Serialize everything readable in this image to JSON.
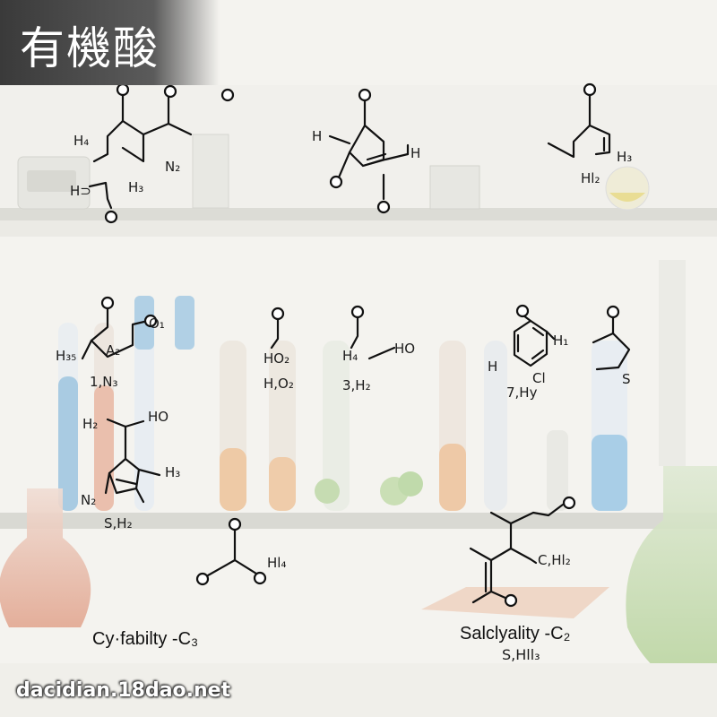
{
  "header": {
    "title": "有機酸"
  },
  "watermark": "dacidian.18dao.net",
  "molecules": [
    {
      "labels": [
        "H₄",
        "N₂",
        "H⊃",
        "H₃"
      ]
    },
    {
      "labels": [
        "H",
        "H"
      ]
    },
    {
      "labels": [
        "H₃",
        "Hl₂"
      ]
    },
    {
      "labels": [
        "O₁",
        "H₃₅",
        "A₂",
        "1,N₃"
      ]
    },
    {
      "labels": [
        "HO₂",
        "H,O₂"
      ]
    },
    {
      "labels": [
        "H₄",
        "HO",
        "3,H₂"
      ]
    },
    {
      "labels": [
        "H₁",
        "H",
        "Cl",
        "7,Hy"
      ]
    },
    {
      "labels": [
        "S"
      ]
    },
    {
      "labels": [
        "H₂",
        "HO",
        "H₃",
        "N₂",
        "S,H₂"
      ]
    },
    {
      "labels": [
        "Hl₄"
      ]
    },
    {
      "labels": [
        "C,Hl₂"
      ]
    }
  ],
  "captions": {
    "left": "Cy·fabilty -C₃",
    "right": "Salclyality -C₂",
    "right_sub": "S,Hll₃"
  }
}
